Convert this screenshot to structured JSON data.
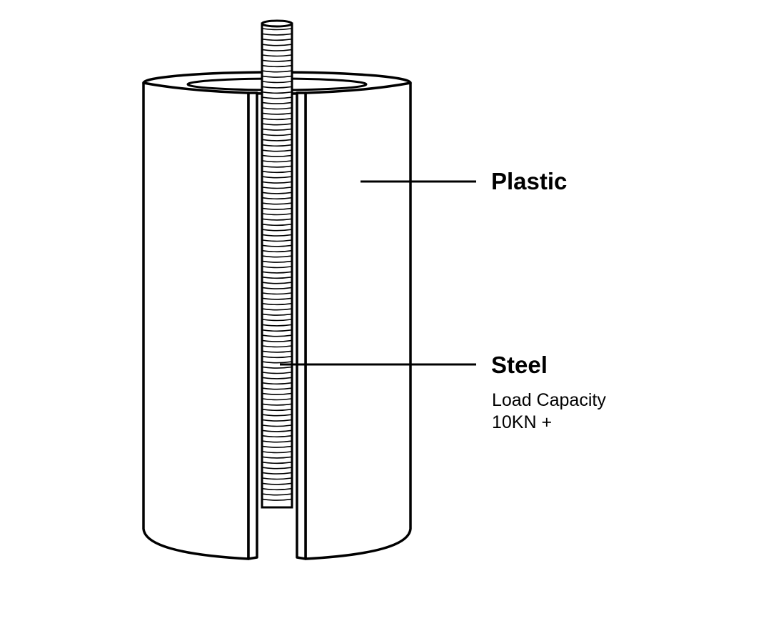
{
  "diagram": {
    "components": [
      {
        "id": "plastic",
        "label": "Plastic"
      },
      {
        "id": "steel",
        "label": "Steel",
        "detail_lines": [
          "Load Capacity",
          "10KN +"
        ]
      }
    ],
    "colors": {
      "line": "#000000",
      "fill": "#ffffff",
      "background": "#ffffff"
    }
  }
}
